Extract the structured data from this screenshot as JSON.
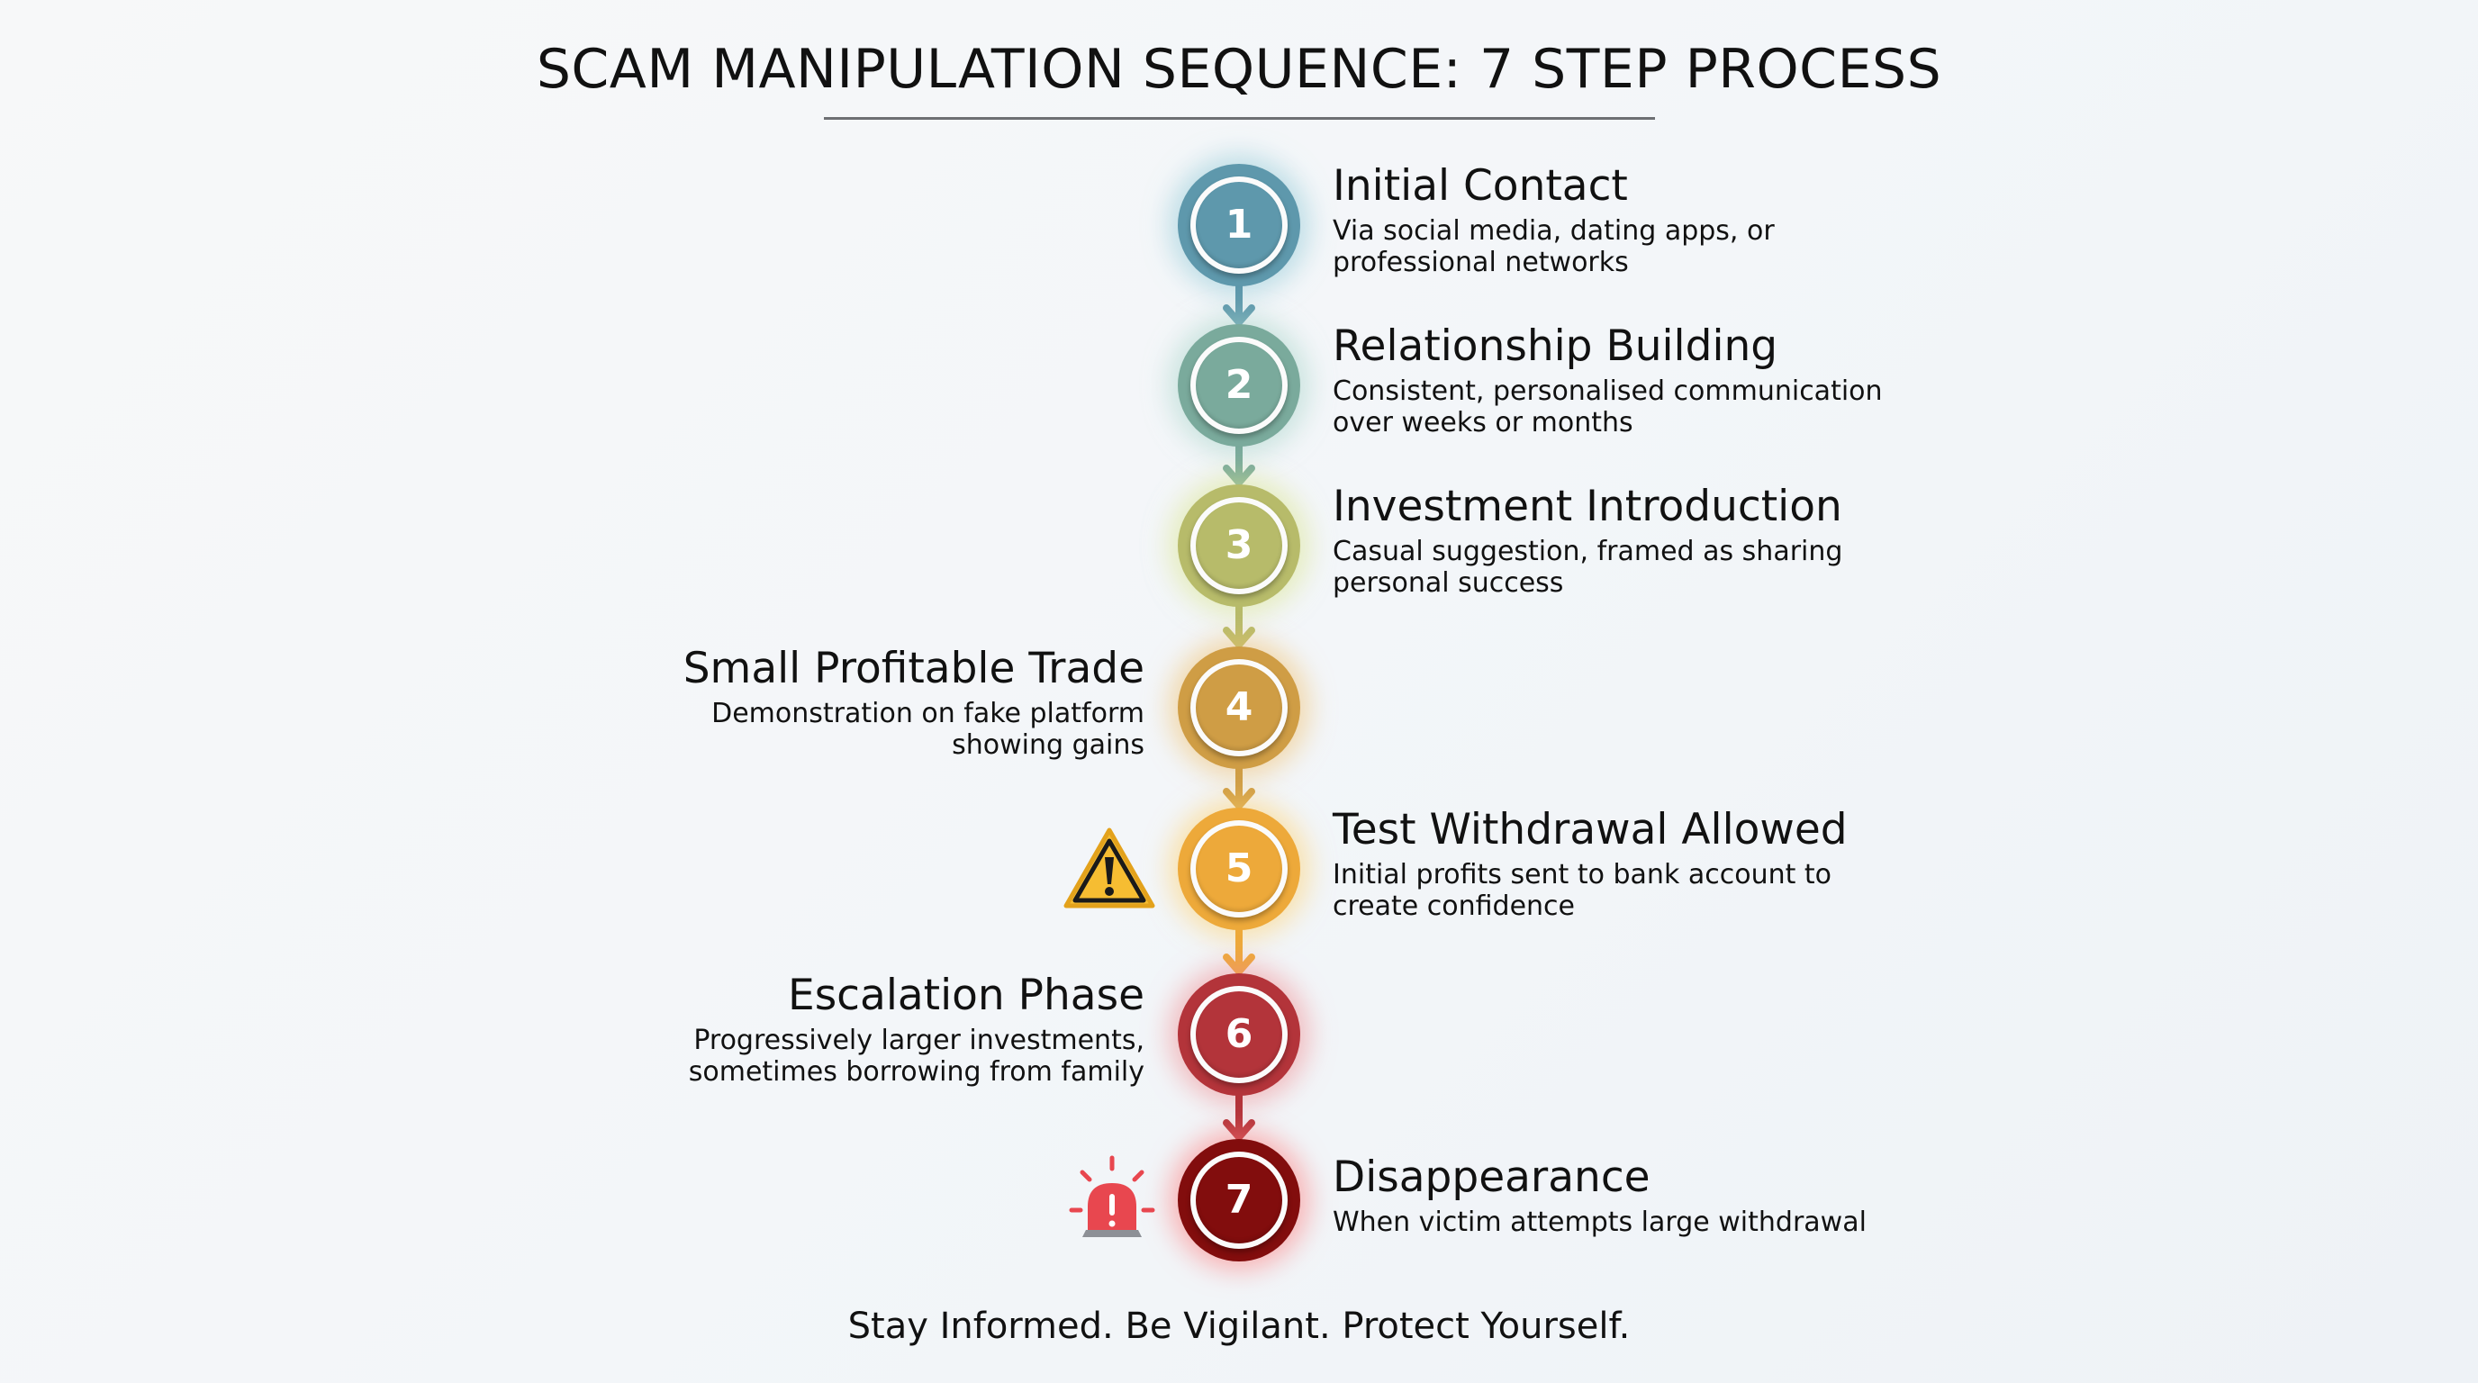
{
  "title": {
    "main": "SCAM MANIPULATION SEQUENCE:",
    "sub": "7 STEP PROCESS"
  },
  "steps": [
    {
      "number": "1",
      "title": "Initial Contact",
      "desc_lines": [
        "Via social media, dating apps, or",
        "professional networks"
      ],
      "side": "right",
      "color": "#5e98ac",
      "glow": "#8fc9d6"
    },
    {
      "number": "2",
      "title": "Relationship Building",
      "desc_lines": [
        "Consistent, personalised communication",
        "over weeks or months"
      ],
      "side": "right",
      "color": "#7aaa9c",
      "glow": "#a6d4c8"
    },
    {
      "number": "3",
      "title": "Investment Introduction",
      "desc_lines": [
        "Casual suggestion, framed as sharing",
        "personal success"
      ],
      "side": "right",
      "color": "#b7bb6a",
      "glow": "#d9e58a"
    },
    {
      "number": "4",
      "title": "Small Profitable Trade",
      "desc_lines": [
        "Demonstration on fake platform",
        "showing gains"
      ],
      "side": "left",
      "color": "#cf9d45",
      "glow": "#f0c06a"
    },
    {
      "number": "5",
      "title": "Test Withdrawal Allowed",
      "desc_lines": [
        "Initial profits sent to bank account to",
        "create confidence"
      ],
      "side": "right",
      "color": "#eda93a",
      "glow": "#ffd06a",
      "icon": "warning-icon"
    },
    {
      "number": "6",
      "title": "Escalation Phase",
      "desc_lines": [
        "Progressively larger investments,",
        "sometimes borrowing from family"
      ],
      "side": "left",
      "color": "#b3343a",
      "glow": "#f08a8e"
    },
    {
      "number": "7",
      "title": "Disappearance",
      "desc_lines": [
        "When victim attempts large withdrawal"
      ],
      "side": "right",
      "color": "#820d0d",
      "glow": "#ff7a7a",
      "icon": "siren-alarm-icon"
    }
  ],
  "footer": "Stay Informed. Be Vigilant. Protect Yourself."
}
